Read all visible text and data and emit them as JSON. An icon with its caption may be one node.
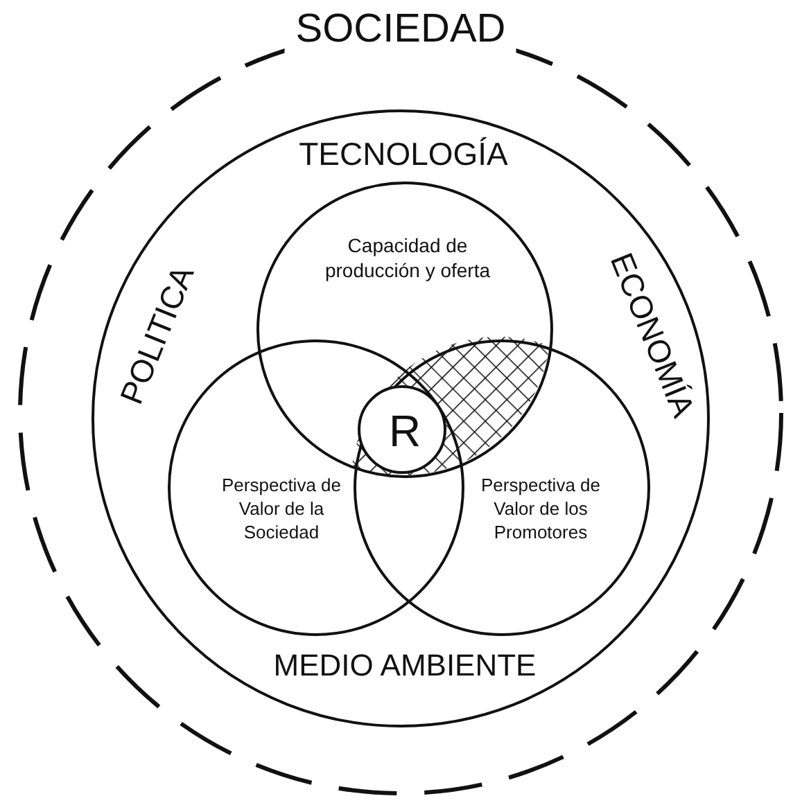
{
  "diagram": {
    "nodes": [
      {
        "text": [
          "SOCIEDAD"
        ]
      },
      {
        "text": [
          "TECNOLOGÍA",
          "POLITICA",
          "ECONOMÍA",
          "MEDIO AMBIENTE"
        ],
        "in": 0
      },
      {
        "text": [
          "Capacidad de producción y oferta"
        ],
        "in": 1
      },
      {
        "text": [
          "Perspectiva de Valor de la Sociedad"
        ],
        "in": 1
      },
      {
        "text": [
          "Perspectiva de Valor de los Promotores"
        ],
        "in": 1
      },
      {
        "text": [
          "R"
        ]
      }
    ]
  }
}
